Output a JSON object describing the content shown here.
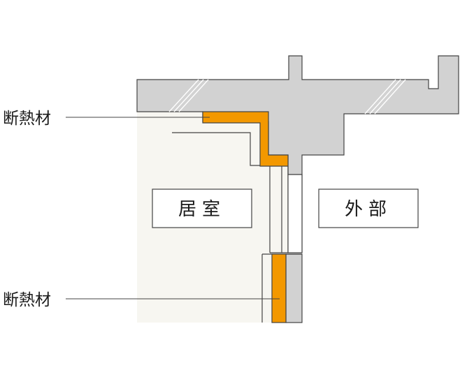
{
  "labels": {
    "insulation_top": "断熱材",
    "insulation_bottom": "断熱材",
    "room_interior": "居室",
    "room_exterior": "外部"
  },
  "colors": {
    "insulation": "#f39800",
    "concrete": "#d2d2d2",
    "interior_floor": "#f7f6f1",
    "outline": "#444444"
  }
}
